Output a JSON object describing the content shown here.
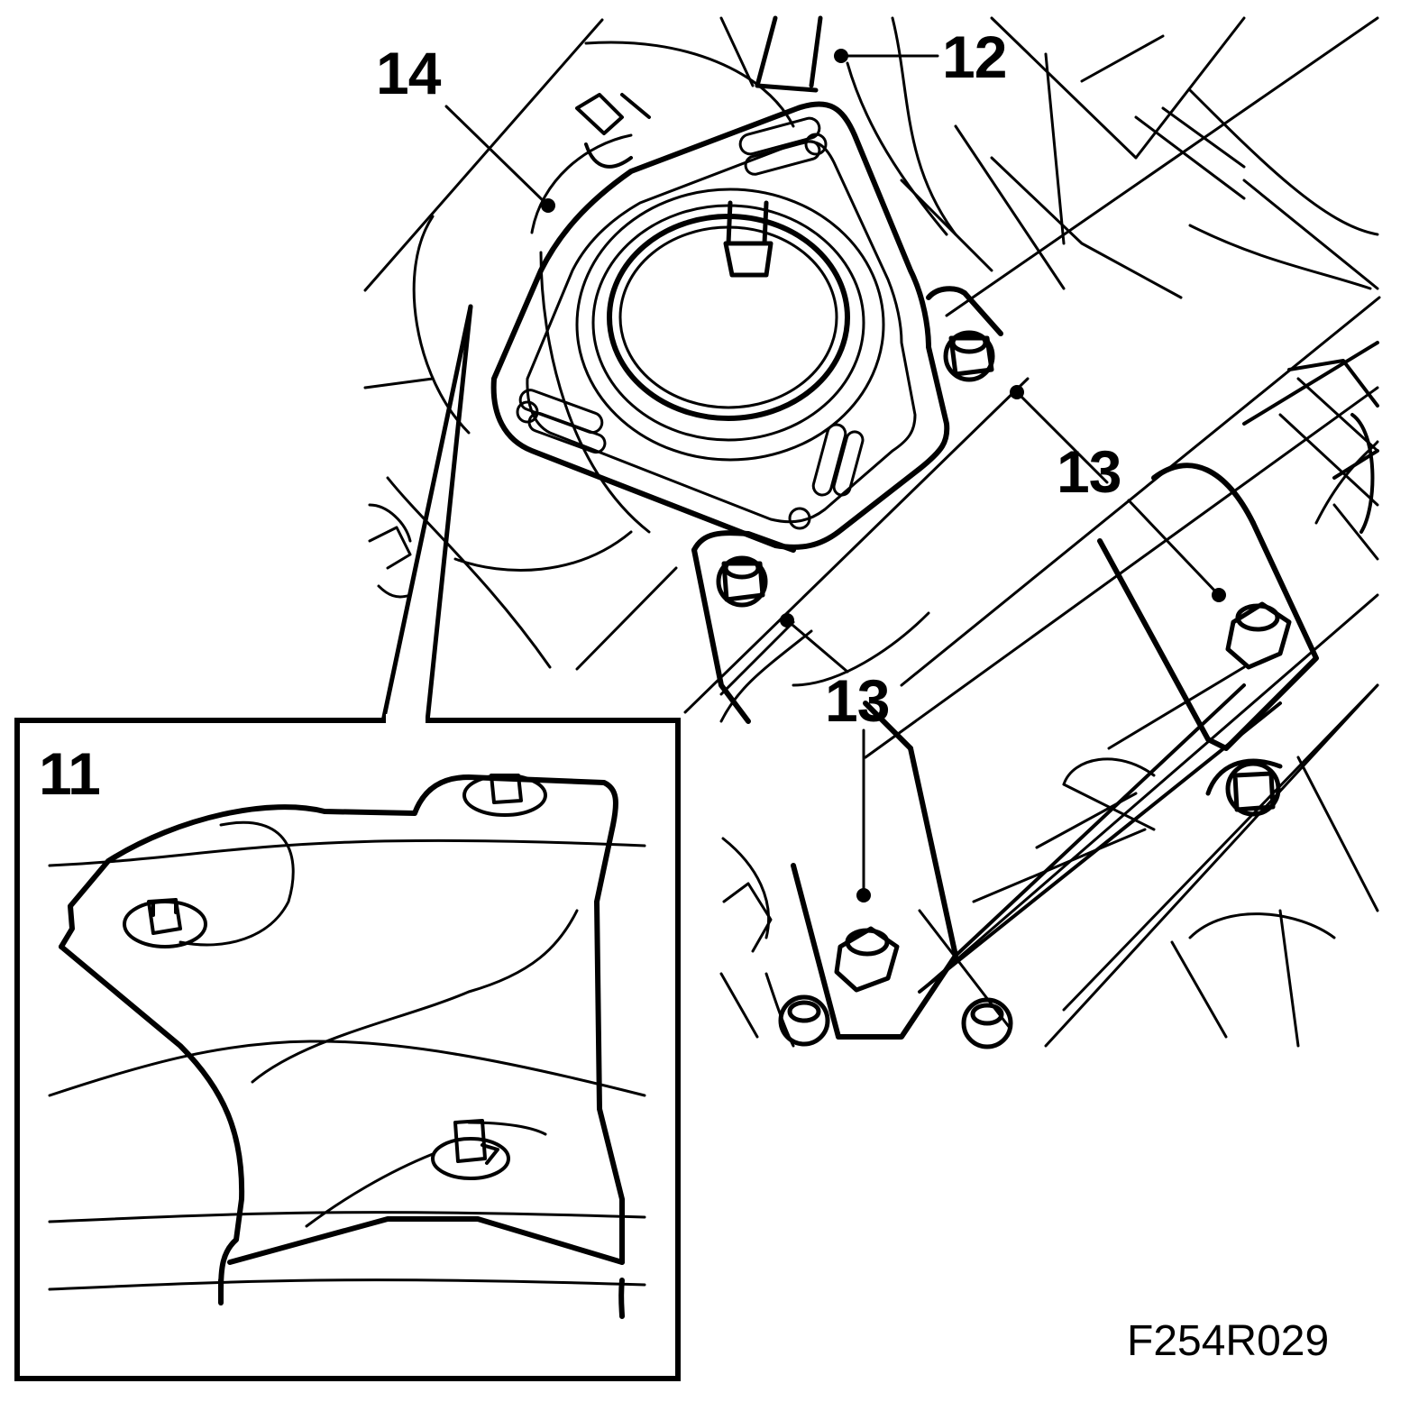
{
  "callouts": {
    "c11": "11",
    "c12": "12",
    "c13a": "13",
    "c13b": "13",
    "c14": "14"
  },
  "figure_id": "F254R029"
}
